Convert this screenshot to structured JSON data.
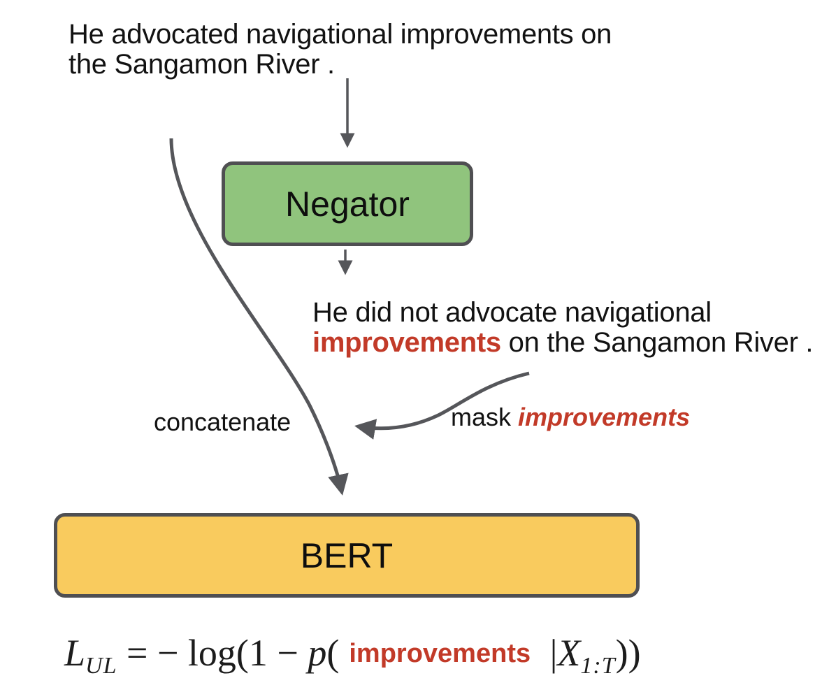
{
  "colors": {
    "negator_fill": "#90c47d",
    "bert_fill": "#f9cb5e",
    "box_border": "#4f4f52",
    "arrow": "#55565a",
    "highlight_red": "#c23a28",
    "text": "#121212"
  },
  "input_sentence": {
    "line1": "He advocated navigational improvements on",
    "line2": "the Sangamon River ."
  },
  "negator": {
    "label": "Negator"
  },
  "output_sentence": {
    "line1": "He did not advocate navigational",
    "highlight": "improvements",
    "line2_rest": " on the Sangamon River ."
  },
  "labels": {
    "concatenate": "concatenate",
    "mask_prefix": "mask ",
    "mask_highlight": "improvements"
  },
  "bert": {
    "label": "BERT"
  },
  "formula": {
    "lhs": "L",
    "lhs_sub": "UL",
    "eq": " = − log(1 − ",
    "p": "p",
    "open": "(",
    "highlight": "improvements",
    "bar": " |",
    "x": "X",
    "x_sub": "1:T",
    "close": "))"
  }
}
